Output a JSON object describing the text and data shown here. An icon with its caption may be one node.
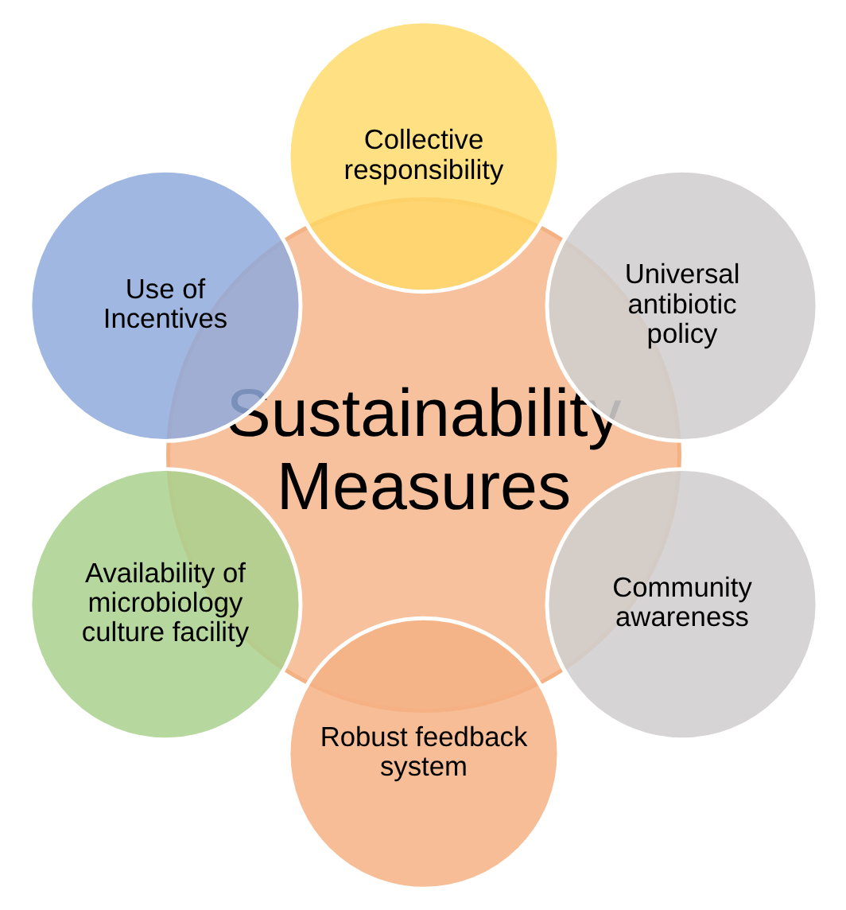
{
  "diagram": {
    "nodes": [
      {
        "text": [
          "Sustainability Measures"
        ]
      },
      {
        "text": [
          "Universal antibiotic policy"
        ]
      },
      {
        "text": [
          "Collective responsibility"
        ]
      },
      {
        "text": [
          "Use of Incentives"
        ]
      },
      {
        "text": [
          "Availability of microbiology culture facility"
        ]
      },
      {
        "text": [
          "Robust feedback system"
        ]
      },
      {
        "text": [
          "Community awareness"
        ]
      }
    ]
  }
}
